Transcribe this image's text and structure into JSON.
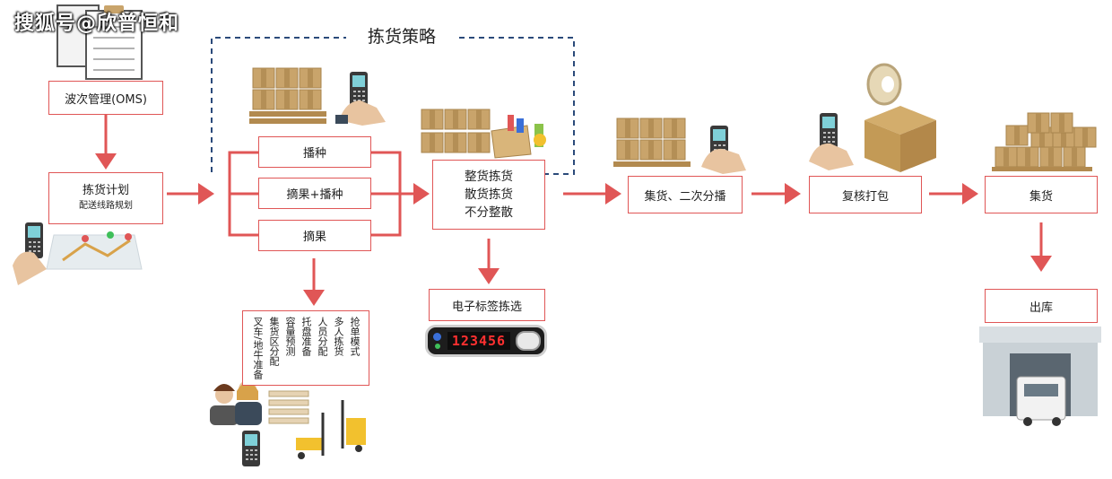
{
  "watermark": "搜狐号@欣普恒和",
  "strategy_title": "拣货策略",
  "nodes": {
    "oms": "波次管理(OMS)",
    "plan": "拣货计划",
    "plan_sub": "配送线路规划",
    "sow": "播种",
    "pick_sow": "摘果+播种",
    "pick": "摘果",
    "whole_case": "整货拣货",
    "loose": "散货拣货",
    "mixed": "不分整散",
    "consolidate": "集货、二次分播",
    "review_pack": "复核打包",
    "collect": "集货",
    "ship": "出库",
    "e_label": "电子标签拣选",
    "led_digits": "123456"
  },
  "pick_modes": [
    "抢单模式",
    "多人拣货",
    "人员分配",
    "托盘准备",
    "容量预测",
    "集货区分配",
    "叉车/地牛准备"
  ],
  "colors": {
    "accent": "#e05656",
    "dashed": "#2b4a7a",
    "box_fill": "#c9a46b"
  }
}
